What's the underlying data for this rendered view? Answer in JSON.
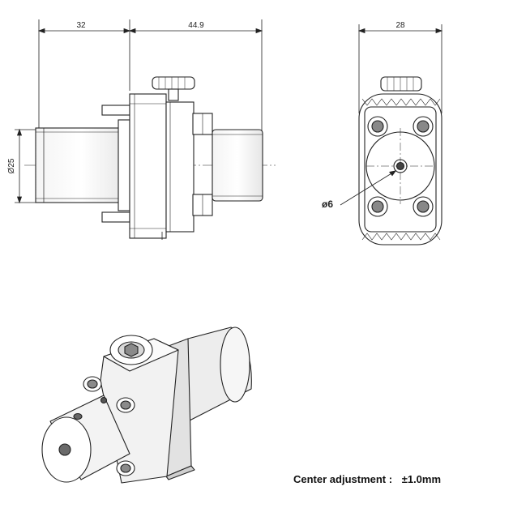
{
  "dimensions": {
    "side_length_left": "32",
    "side_length_right": "44.9",
    "side_diameter": "Ø25",
    "front_width": "28",
    "front_hole": "ø6"
  },
  "caption": {
    "label": "Center adjustment :",
    "value": "±1.0mm"
  }
}
